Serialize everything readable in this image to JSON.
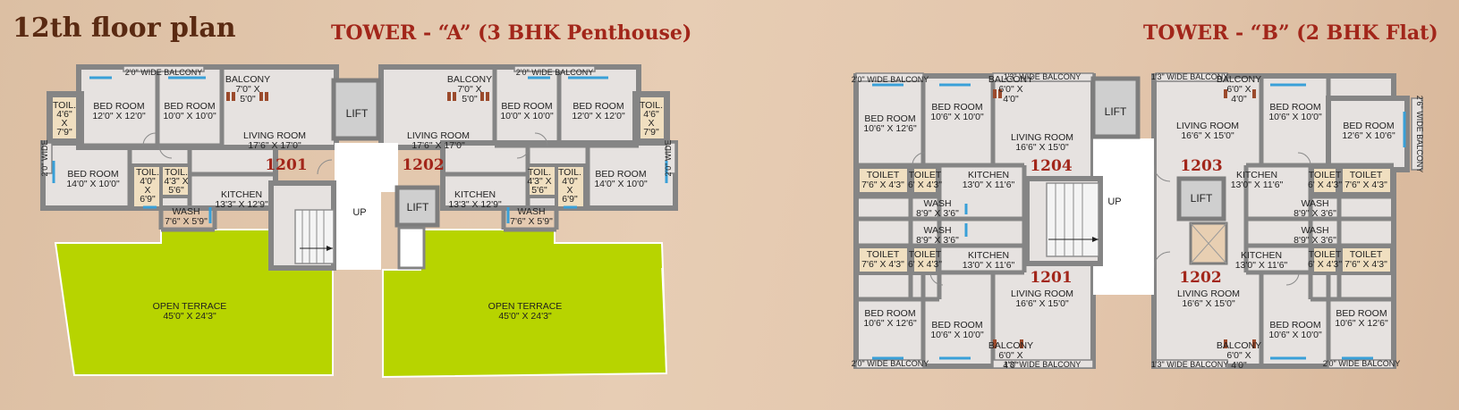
{
  "headings": {
    "main_title": "12th floor plan",
    "tower_a": "TOWER - “A” (3 BHK Penthouse)",
    "tower_b": "TOWER - “B” (2 BHK Flat)"
  },
  "common": {
    "lift": "LIFT",
    "up": "UP"
  },
  "tower_a": {
    "flat_1201": "1201",
    "flat_1202": "1202",
    "balcony_wide_1": "2'0\" WIDE BALCONY",
    "balcony_wide_2": "2'0\" WIDE BALCONY",
    "balcony_side_1": "2'0\" WIDE",
    "balcony_side_2": "2'0\" WIDE",
    "balcony_1": [
      "BALCONY",
      "7'0\" X",
      "5'0\""
    ],
    "balcony_2": [
      "BALCONY",
      "7'0\" X",
      "5'0\""
    ],
    "toil_corner_1": [
      "TOIL.",
      "4'6\"",
      "X",
      "7'9\""
    ],
    "toil_corner_2": [
      "TOIL.",
      "4'6\"",
      "X",
      "7'9\""
    ],
    "bed_12x12": [
      "BED ROOM",
      "12'0\" X 12'0\""
    ],
    "bed_10x10": [
      "BED ROOM",
      "10'0\" X 10'0\""
    ],
    "bed_14x10": [
      "BED ROOM",
      "14'0\" X 10'0\""
    ],
    "living": [
      "LIVING ROOM",
      "17'6\" X 17'0\""
    ],
    "kitchen": [
      "KITCHEN",
      "13'3\" X 12'9\""
    ],
    "wash": [
      "WASH",
      "7'6\" X 5'9\""
    ],
    "toil_a": [
      "TOIL.",
      "4'0\"",
      "X",
      "6'9\""
    ],
    "toil_b": [
      "TOIL.",
      "4'3\" X",
      "5'6\""
    ],
    "terrace": [
      "OPEN TERRACE",
      "45'0\" X 24'3\""
    ]
  },
  "tower_b": {
    "flat_1204": "1204",
    "flat_1203": "1203",
    "flat_1201": "1201",
    "flat_1202": "1202",
    "balcony_wide_2": "2'0\" WIDE BALCONY",
    "balcony_wide_13": "1'3\" WIDE BALCONY",
    "balcony_side": "2'6\" WIDE BALCONY",
    "balcony_small": [
      "BALCONY",
      "6'0\" X",
      "4'0\""
    ],
    "bed_10_12": [
      "BED ROOM",
      "10'6\" X 12'6\""
    ],
    "bed_10_10": [
      "BED ROOM",
      "10'6\" X 10'0\""
    ],
    "bed_12_10": [
      "BED ROOM",
      "12'6\" X 10'6\""
    ],
    "living": [
      "LIVING ROOM",
      "16'6\" X 15'0\""
    ],
    "kitchen": [
      "KITCHEN",
      "13'0\" X 11'6\""
    ],
    "wash": [
      "WASH",
      "8'9\" X 3'6\""
    ],
    "toilet_big": [
      "TOILET",
      "7'6\" X 4'3\""
    ],
    "toilet_small": [
      "TOILET",
      "6' X 4'3\""
    ]
  },
  "colors": {
    "title_brown": "#5a2a12",
    "heading_red": "#a2261a",
    "terrace_green": "#b7d400",
    "wall_grey": "#858585",
    "window_blue": "#39a0d8"
  }
}
